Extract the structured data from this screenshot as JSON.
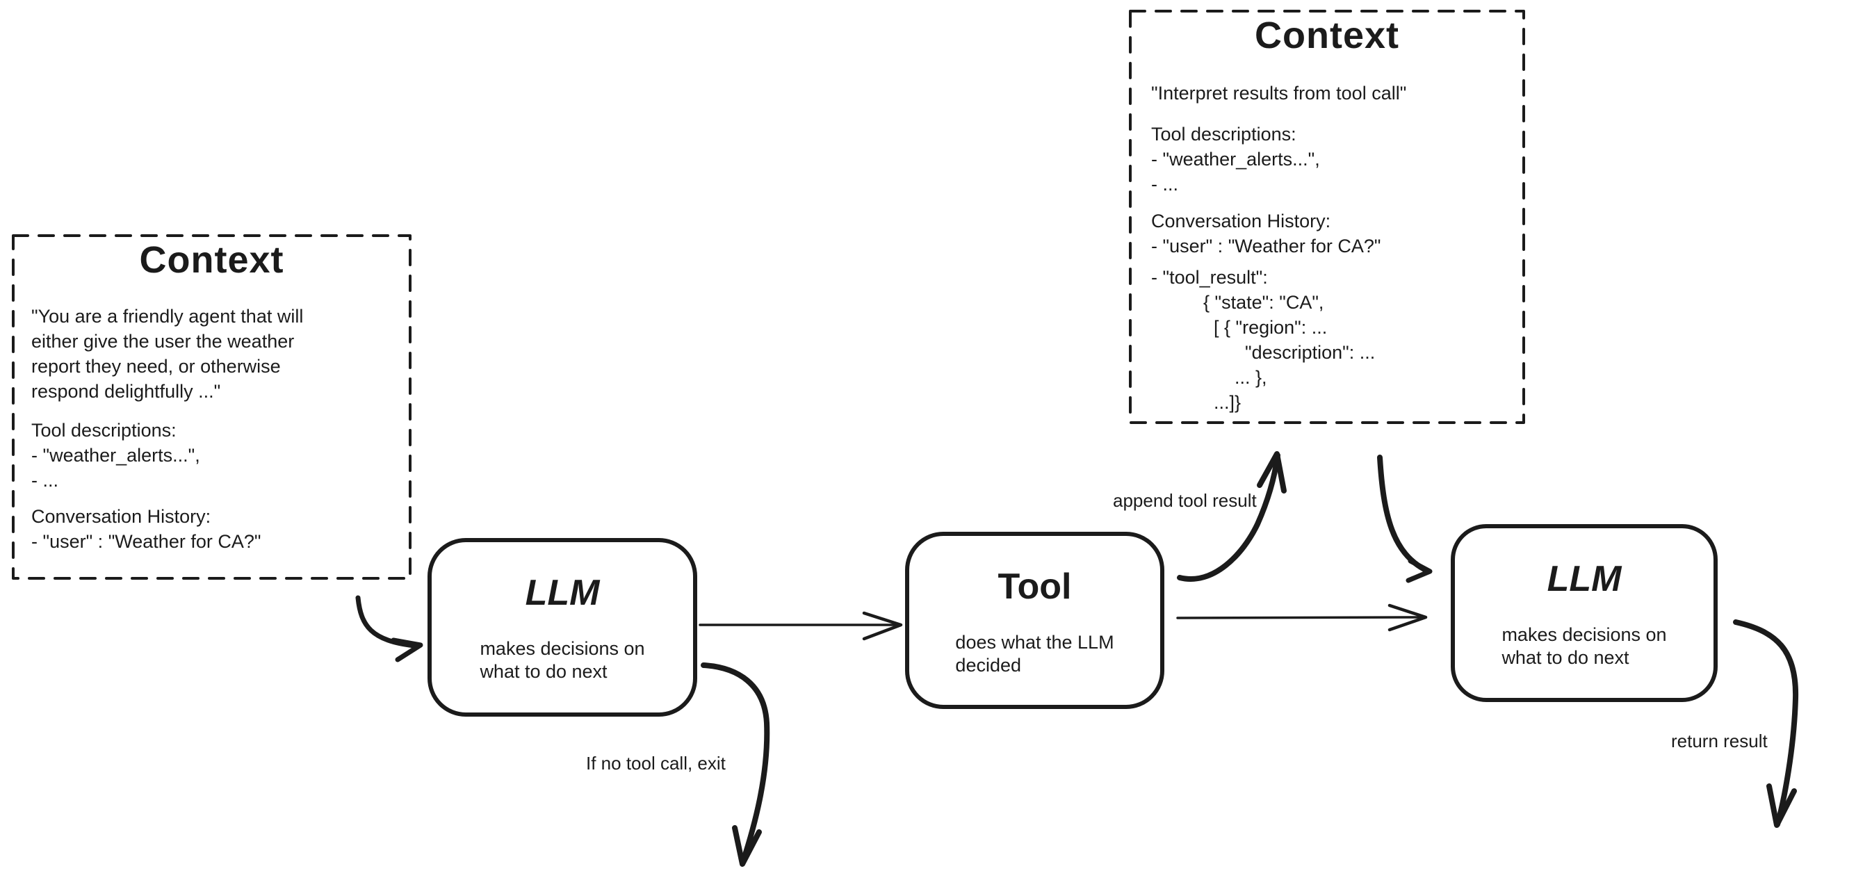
{
  "diagram": {
    "background_color": "#ffffff",
    "ink_color": "#1b1b1b",
    "context_box_1": {
      "title": "Context",
      "system_prompt": "\"You are a friendly agent that will\neither give the user the weather\nreport they need, or otherwise\nrespond delightfully ...\"",
      "tool_descriptions": "Tool descriptions:\n- \"weather_alerts...\",\n- ...",
      "conversation_history": "Conversation History:\n- \"user\" : \"Weather for CA?\""
    },
    "context_box_2": {
      "title": "Context",
      "system_prompt": "\"Interpret results from tool call\"",
      "tool_descriptions": "Tool descriptions:\n- \"weather_alerts...\",\n- ...",
      "conversation_history": "Conversation History:\n- \"user\" : \"Weather for CA?\"",
      "tool_result": "- \"tool_result\":\n          { \"state\": \"CA\",\n            [ { \"region\": ...\n                  \"description\": ...\n                ... },\n            ...]}"
    },
    "nodes": {
      "llm_1": {
        "title": "LLM",
        "subtitle": "makes decisions on\nwhat to do next"
      },
      "tool": {
        "title": "Tool",
        "subtitle": "does what the LLM\ndecided"
      },
      "llm_2": {
        "title": "LLM",
        "subtitle": "makes decisions on\nwhat to do next"
      }
    },
    "edge_labels": {
      "append_tool_result": "append tool result",
      "if_no_tool_call_exit": "If no tool call, exit",
      "return_result": "return result"
    }
  }
}
